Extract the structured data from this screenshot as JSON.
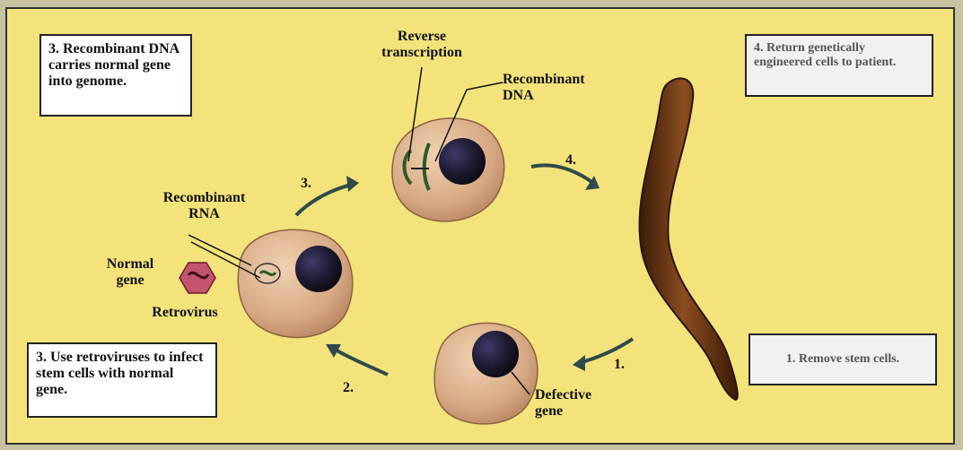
{
  "boxes": {
    "box_top_left": "3. Recombinant DNA carries normal gene into genome.",
    "box_bottom_left": "3. Use retroviruses to infect stem cells with normal gene.",
    "box_top_right": "4. Return genetically engineered cells to patient.",
    "box_bottom_right": "1. Remove stem cells."
  },
  "labels": {
    "reverse_transcription": "Reverse transcription",
    "recombinant_dna": "Recombinant DNA",
    "recombinant_rna": "Recombinant RNA",
    "normal_gene": "Normal gene",
    "retrovirus": "Retrovirus",
    "defective_gene": "Defective gene"
  },
  "steps": {
    "step2": "2.",
    "step3": "3.",
    "step4": "4.",
    "step1": "1."
  },
  "colors": {
    "background": "#f3e37a",
    "cell": "#d9b08a",
    "nucleus": "#2a2440",
    "bone": "#6b3a16",
    "virus": "#c2546e"
  }
}
